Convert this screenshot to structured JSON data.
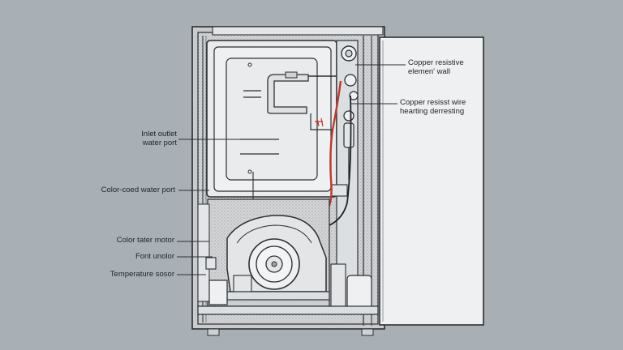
{
  "colors": {
    "background": "#a9b0b5",
    "outline": "#2b2f33",
    "panel": "#eef0f1",
    "insulation": "#cfd2d4",
    "heating_wire": "#c0392b"
  },
  "labels": {
    "copper_resistive_element_wall": {
      "line1": "Copper resistive",
      "line2": "elemen' wall"
    },
    "copper_resist_wire": {
      "line1": "Copper resisst wire",
      "line2": "hearting derresting"
    },
    "inlet_outlet_water_port": {
      "line1": "Inlet outlet",
      "line2": "water port"
    },
    "color_coded_water_port": "Color-coed water port",
    "color_water_motor": "Color tater motor",
    "fan_motor": "Font unolor",
    "temperature_sensor": "Temperature sosor"
  }
}
